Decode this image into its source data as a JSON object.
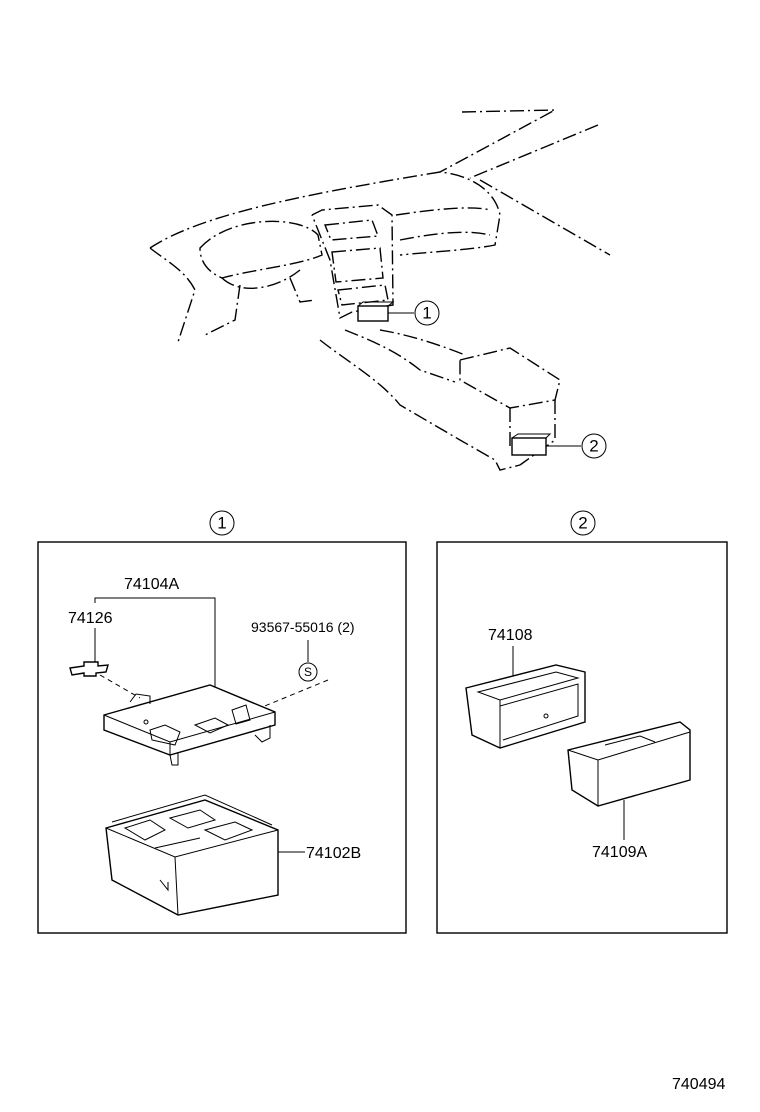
{
  "overview": {
    "callout_1": "1",
    "callout_2": "2"
  },
  "panel_1": {
    "heading": "1",
    "parts": {
      "bracket": "74104A",
      "clip": "74126",
      "screw": "93567-55016 (2)",
      "screw_symbol": "S",
      "box": "74102B"
    }
  },
  "panel_2": {
    "heading": "2",
    "parts": {
      "housing": "74108",
      "tray": "74109A"
    }
  },
  "footer": {
    "drawing_number": "740494"
  }
}
